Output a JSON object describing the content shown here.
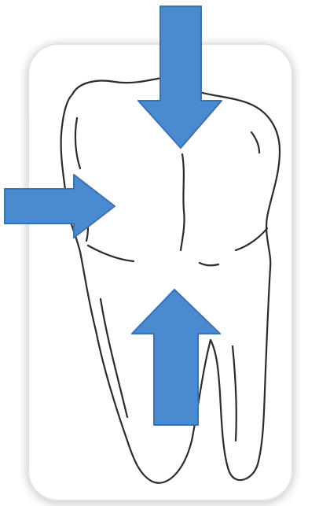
{
  "colors": {
    "background": "#ffffff",
    "card_fill": "#ffffff",
    "card_border": "#e2e2e2",
    "tooth_outline": "#2b2b2b",
    "arrow_fill": "#4a8ad0",
    "arrow_stroke": "#3a72b2"
  },
  "diagram": {
    "subject": "molar-tooth",
    "arrows": [
      {
        "id": "top",
        "direction": "down"
      },
      {
        "id": "left",
        "direction": "right"
      },
      {
        "id": "bottom",
        "direction": "up"
      }
    ]
  }
}
